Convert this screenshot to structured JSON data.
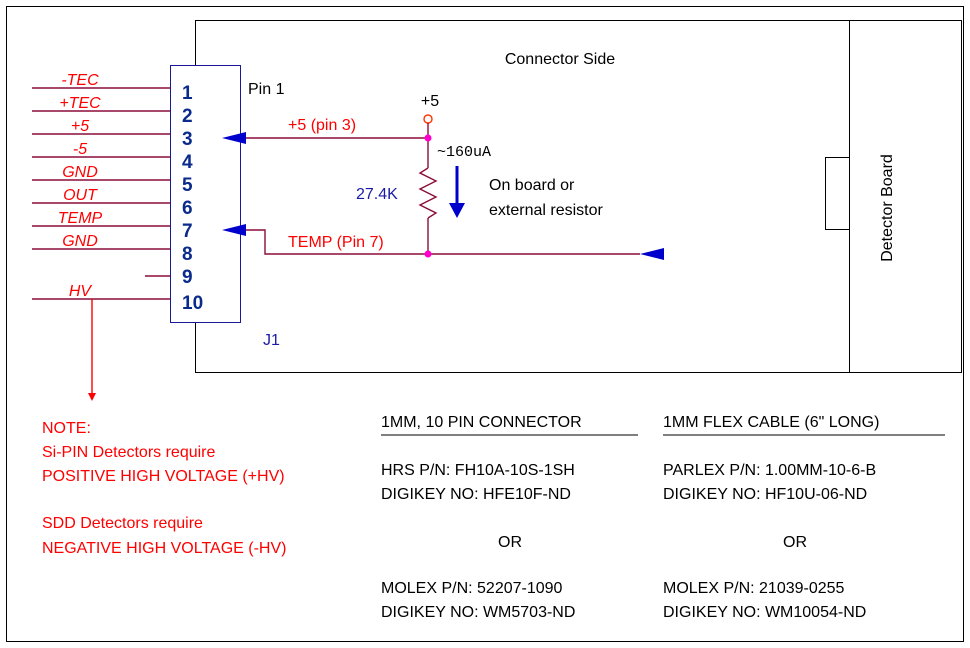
{
  "diagram": {
    "signals": [
      "-TEC",
      "+TEC",
      "+5",
      "-5",
      "GND",
      "OUT",
      "TEMP",
      "GND",
      "--",
      "HV"
    ],
    "pins": [
      "1",
      "2",
      "3",
      "4",
      "5",
      "6",
      "7",
      "8",
      "9",
      "10"
    ],
    "pin1_label": "Pin 1",
    "connector_label": "J1",
    "connector_side_label": "Connector Side",
    "detector_board_label": "Detector Board",
    "supply_label": "+5",
    "current_label": "~160uA",
    "resistor_value": "27.4K",
    "resistor_note": [
      "On board or",
      "external resistor"
    ],
    "plus5_wire_label": "+5 (pin 3)",
    "temp_wire_label": "TEMP (Pin 7)"
  },
  "note": {
    "title": "NOTE:",
    "lines": [
      "Si-PIN Detectors require",
      "POSITIVE HIGH VOLTAGE (+HV)",
      "SDD Detectors require",
      "NEGATIVE HIGH VOLTAGE (-HV)"
    ]
  },
  "parts": {
    "connector": {
      "heading": "1MM, 10 PIN CONNECTOR",
      "lines": [
        "HRS P/N: FH10A-10S-1SH",
        "DIGIKEY NO: HFE10F-ND",
        "OR",
        "MOLEX P/N: 52207-1090",
        "DIGIKEY NO: WM5703-ND"
      ]
    },
    "cable": {
      "heading": "1MM FLEX CABLE (6\" LONG)",
      "lines": [
        "PARLEX P/N: 1.00MM-10-6-B",
        "DIGIKEY NO: HF10U-06-ND",
        "OR",
        "MOLEX P/N: 21039-0255",
        "DIGIKEY NO: WM10054-ND"
      ]
    }
  },
  "colors": {
    "wire": "#8b0d3a",
    "pin_number": "#0a2a8c",
    "arrow": "#0000cc",
    "node": "#ff00cc",
    "note_text": "#ff0000"
  }
}
